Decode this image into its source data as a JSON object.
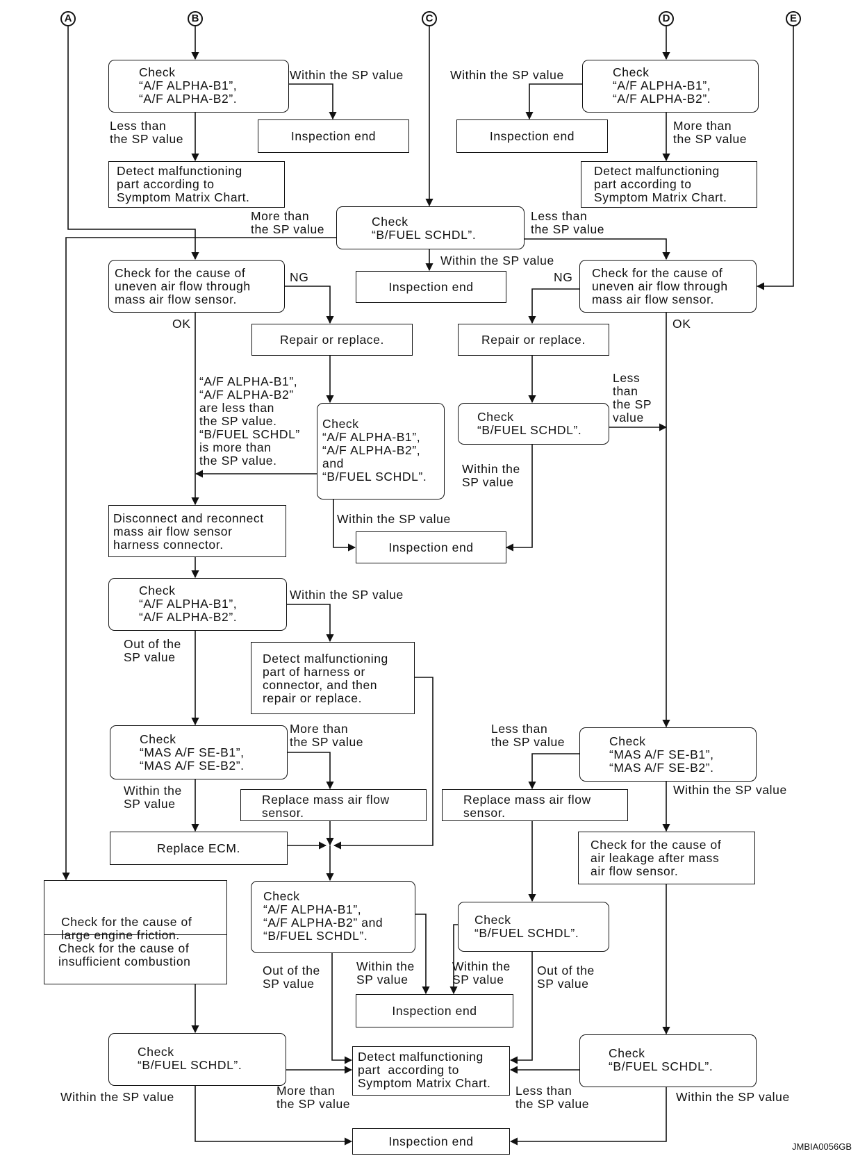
{
  "connectors": [
    "A",
    "B",
    "C",
    "D",
    "E"
  ],
  "boxes": {
    "b_check": "Check\n“A/F ALPHA-B1”,\n“A/F ALPHA-B2”.",
    "b_end": "Inspection end",
    "b_detect": "Detect malfunctioning\npart according to\nSymptom Matrix Chart.",
    "d_check": "Check\n“A/F ALPHA-B1”,\n“A/F ALPHA-B2”.",
    "d_end": "Inspection end",
    "d_detect": "Detect malfunctioning\npart according to\nSymptom Matrix Chart.",
    "c_check": "Check\n“B/FUEL SCHDL”.",
    "c_end": "Inspection end",
    "l_cause": "Check for the cause of\nuneven air flow through\nmass air flow sensor.",
    "l_repair": "Repair or replace.",
    "l_check3": "Check\n“A/F ALPHA-B1”,\n“A/F ALPHA-B2”,\nand\n“B/FUEL SCHDL”.",
    "l_end2": "Inspection end",
    "l_disconnect": "Disconnect and reconnect\nmass air flow sensor\nharness connector.",
    "l_check_alpha": "Check\n“A/F ALPHA-B1”,\n“A/F ALPHA-B2”.",
    "l_detect_harness": "Detect malfunctioning\npart of harness or\nconnector, and then\nrepair or replace.",
    "l_check_mas": "Check\n“MAS A/F SE-B1”,\n“MAS A/F SE-B2”.",
    "l_replace_maf": "Replace mass air flow\nsensor.",
    "l_replace_ecm": "Replace ECM.",
    "a_friction": "Check for the cause of\nlarge engine friction.",
    "a_combustion": "Check for the cause of\ninsufficient combustion",
    "m_check_final": "Check\n“A/F ALPHA-B1”,\n“A/F ALPHA-B2” and\n“B/FUEL SCHDL”.",
    "m_end3": "Inspection end",
    "r_cause": "Check for the cause of\nuneven air flow through\nmass air flow sensor.",
    "r_repair": "Repair or replace.",
    "r_check_fuel": "Check\n“B/FUEL SCHDL”.",
    "r_check_mas": "Check\n“MAS A/F SE-B1”,\n“MAS A/F SE-B2”.",
    "r_replace_maf": "Replace mass air flow\nsensor.",
    "r_leak": "Check for the cause of\nair leakage after mass\nair flow sensor.",
    "r_check_fuel2": "Check\n“B/FUEL SCHDL”.",
    "l_check_fuel_bottom": "Check\n“B/FUEL SCHDL”.",
    "m_detect_final": "Detect malfunctioning\npart  according to\nSymptom Matrix Chart.",
    "r_check_fuel_bottom": "Check\n“B/FUEL SCHDL”.",
    "bottom_end": "Inspection end"
  },
  "labels": {
    "b_within": "Within the SP value",
    "b_less": "Less than\nthe SP value",
    "d_within": "Within the SP value",
    "d_more": "More than\nthe SP value",
    "c_more": "More than\nthe SP value",
    "c_less": "Less than\nthe SP value",
    "c_within": "Within the SP value",
    "l_ng": "NG",
    "l_ok": "OK",
    "r_ng": "NG",
    "r_ok": "OK",
    "l_note": "“A/F ALPHA-B1”,\n“A/F ALPHA-B2”\nare less than\nthe SP value.\n“B/FUEL SCHDL”\nis more than\nthe SP value.",
    "l_check3_within": "Within the SP value",
    "r_fuel_less": "Less\nthan\nthe SP\nvalue",
    "r_fuel_within": "Within the\nSP value",
    "l_alpha_within": "Within the SP value",
    "l_alpha_out": "Out of the\nSP value",
    "l_mas_more": "More than\nthe SP value",
    "l_mas_within": "Within the\nSP value",
    "r_mas_less": "Less than\nthe SP value",
    "r_mas_within": "Within the SP value",
    "m_final_out": "Out of the\nSP value",
    "m_final_within": "Within the\nSP value",
    "r_fuel2_within": "Within the\nSP value",
    "r_fuel2_out": "Out of the\nSP value",
    "bl_within": "Within the SP value",
    "bl_more": "More than\nthe SP value",
    "br_less": "Less than\nthe SP value",
    "br_within": "Within the SP value"
  },
  "figure_id": "JMBIA0056GB"
}
